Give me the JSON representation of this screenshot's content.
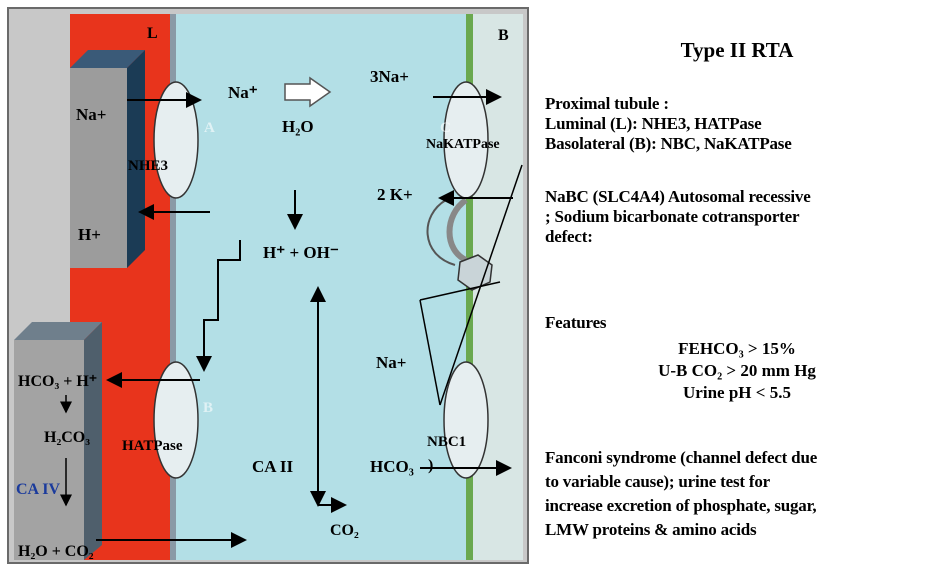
{
  "diagram": {
    "label_L": "L",
    "label_B": "B",
    "na_top": "Na⁺",
    "h2o": "H₂O",
    "three_na": "3Na+",
    "nakatpase": "NaKATPase",
    "two_k": "2 K+",
    "nhe3": "NHE3",
    "na_plus": "Na+",
    "h_plus": "H+",
    "h_oh": "H⁺ + OH⁻",
    "hco3_h": "HCO₃ + H⁺",
    "h2co3": "H₂CO₃",
    "ca_iv": "CA IV",
    "h2o_co2": "H₂O + CO₂",
    "hatpase": "HATPase",
    "ca_ii": "CA II",
    "co2": "CO₂",
    "hco3": "HCO₃",
    "na_right": "Na+",
    "nbc1": "NBC1",
    "paren": ")",
    "faint_a": "A",
    "faint_c": "C",
    "faint_b": "B"
  },
  "panel": {
    "title": "Type II RTA",
    "proximal": "Proximal tubule :",
    "luminal": "Luminal (L): NHE3, HATPase",
    "basolateral": "Basolateral (B): NBC, NaKATPase",
    "nabc_1": "NaBC (SLC4A4) Autosomal recessive",
    "nabc_2": "; Sodium bicarbonate cotransporter",
    "nabc_3": "defect:",
    "features_heading": "Features",
    "feature_1": "FEHCO₃ > 15%",
    "feature_2": "U-B CO₂ > 20 mm  Hg",
    "feature_3": "Urine pH  < 5.5",
    "fanconi_1": "Fanconi syndrome (channel defect due",
    "fanconi_2": "to variable cause); urine test for",
    "fanconi_3": "increase excretion of phosphate, sugar,",
    "fanconi_4": "LMW proteins & amino acids"
  },
  "colors": {
    "lumen_red": "#e8341c",
    "cell_blue": "#b3dfe6",
    "membrane_green": "#6aa84f",
    "box_gray": "#9c9c9c",
    "box_dark": "#1b3b55"
  }
}
